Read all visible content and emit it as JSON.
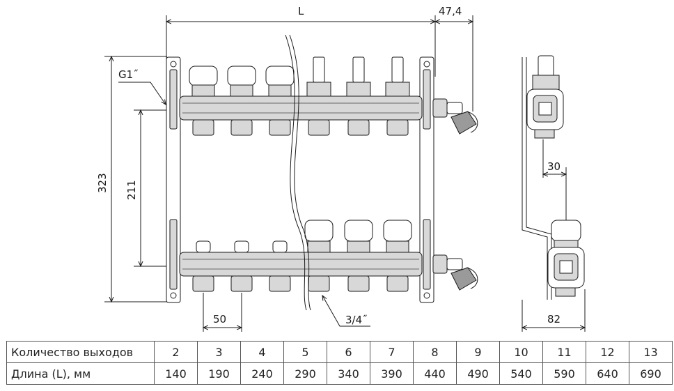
{
  "dimensions": {
    "length_label": "L",
    "side_offset": "47,4",
    "thread_main": "G1˝",
    "total_height": "323",
    "axis_distance": "211",
    "outlet_spacing": "50",
    "outlet_thread": "3/4˝",
    "side_depth_top": "30",
    "side_depth_total": "82"
  },
  "table": {
    "row1_label": "Количество выходов",
    "row2_label": "Длина (L), мм",
    "outlets": [
      "2",
      "3",
      "4",
      "5",
      "6",
      "7",
      "8",
      "9",
      "10",
      "11",
      "12",
      "13"
    ],
    "lengths": [
      "140",
      "190",
      "240",
      "290",
      "340",
      "390",
      "440",
      "490",
      "540",
      "590",
      "640",
      "690"
    ]
  }
}
